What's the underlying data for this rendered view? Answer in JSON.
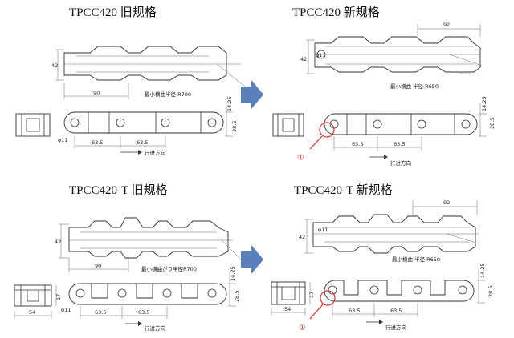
{
  "titles": {
    "top_left": "TPCC420 旧规格",
    "top_right": "TPCC420  新规格",
    "bottom_left": "TPCC420-T 旧规格",
    "bottom_right": "TPCC420-T  新规格"
  },
  "notes": {
    "bend_old_top": "最小横曲半径 R700",
    "bend_new_top": "最小横曲 半径  R650",
    "bend_old_bottom": "最小横曲がり半径R700",
    "bend_new_bottom": "最小横曲 半径  R650",
    "direction": "行进方向"
  },
  "dims": {
    "d42": "42",
    "d90": "90",
    "d92": "92",
    "d14_25": "14.25",
    "d28_5": "28.5",
    "phi11": "φ11",
    "d63_5": "63.5",
    "d54": "54",
    "d17": "17"
  },
  "markers": {
    "circle_one": "①"
  },
  "colors": {
    "arrow": "#5a7fbd",
    "highlight": "#e0302a"
  }
}
